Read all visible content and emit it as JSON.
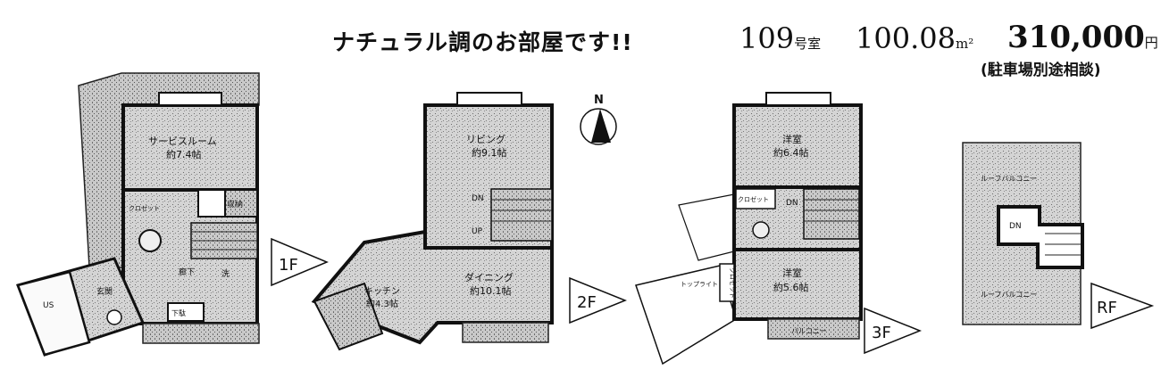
{
  "headline": "ナチュラル調のお部屋です!!",
  "room_number": "109",
  "room_suffix": "号室",
  "area_value": "100.08",
  "area_unit": "m²",
  "rent_value": "310,000",
  "rent_unit": "円",
  "parking_note": "(駐車場別途相談)",
  "north_label": "N",
  "floors": {
    "f1": {
      "label": "1F",
      "service_room": "サービスルーム",
      "service_size": "約7.4帖",
      "closet": "クロゼット",
      "storage": "収納",
      "hall": "廊下",
      "entrance": "玄関",
      "shoe": "下駄",
      "wash": "洗",
      "us": "US"
    },
    "f2": {
      "label": "2F",
      "living": "リビング",
      "living_size": "約9.1帖",
      "dining": "ダイニング",
      "dining_size": "約10.1帖",
      "kitchen": "キッチン",
      "kitchen_size": "約4.3帖",
      "dn": "DN",
      "up": "UP"
    },
    "f3": {
      "label": "3F",
      "room_a": "洋室",
      "room_a_size": "約6.4帖",
      "room_b": "洋室",
      "room_b_size": "約5.6帖",
      "closet": "クロゼット",
      "toplight": "トップライト",
      "closet_v": "クロゼット",
      "balcony": "バルコニー",
      "dn": "DN"
    },
    "rf": {
      "label": "RF",
      "roof_top": "ルーフバルコニー",
      "roof_bottom": "ルーフバルコニー",
      "dn": "DN"
    }
  }
}
